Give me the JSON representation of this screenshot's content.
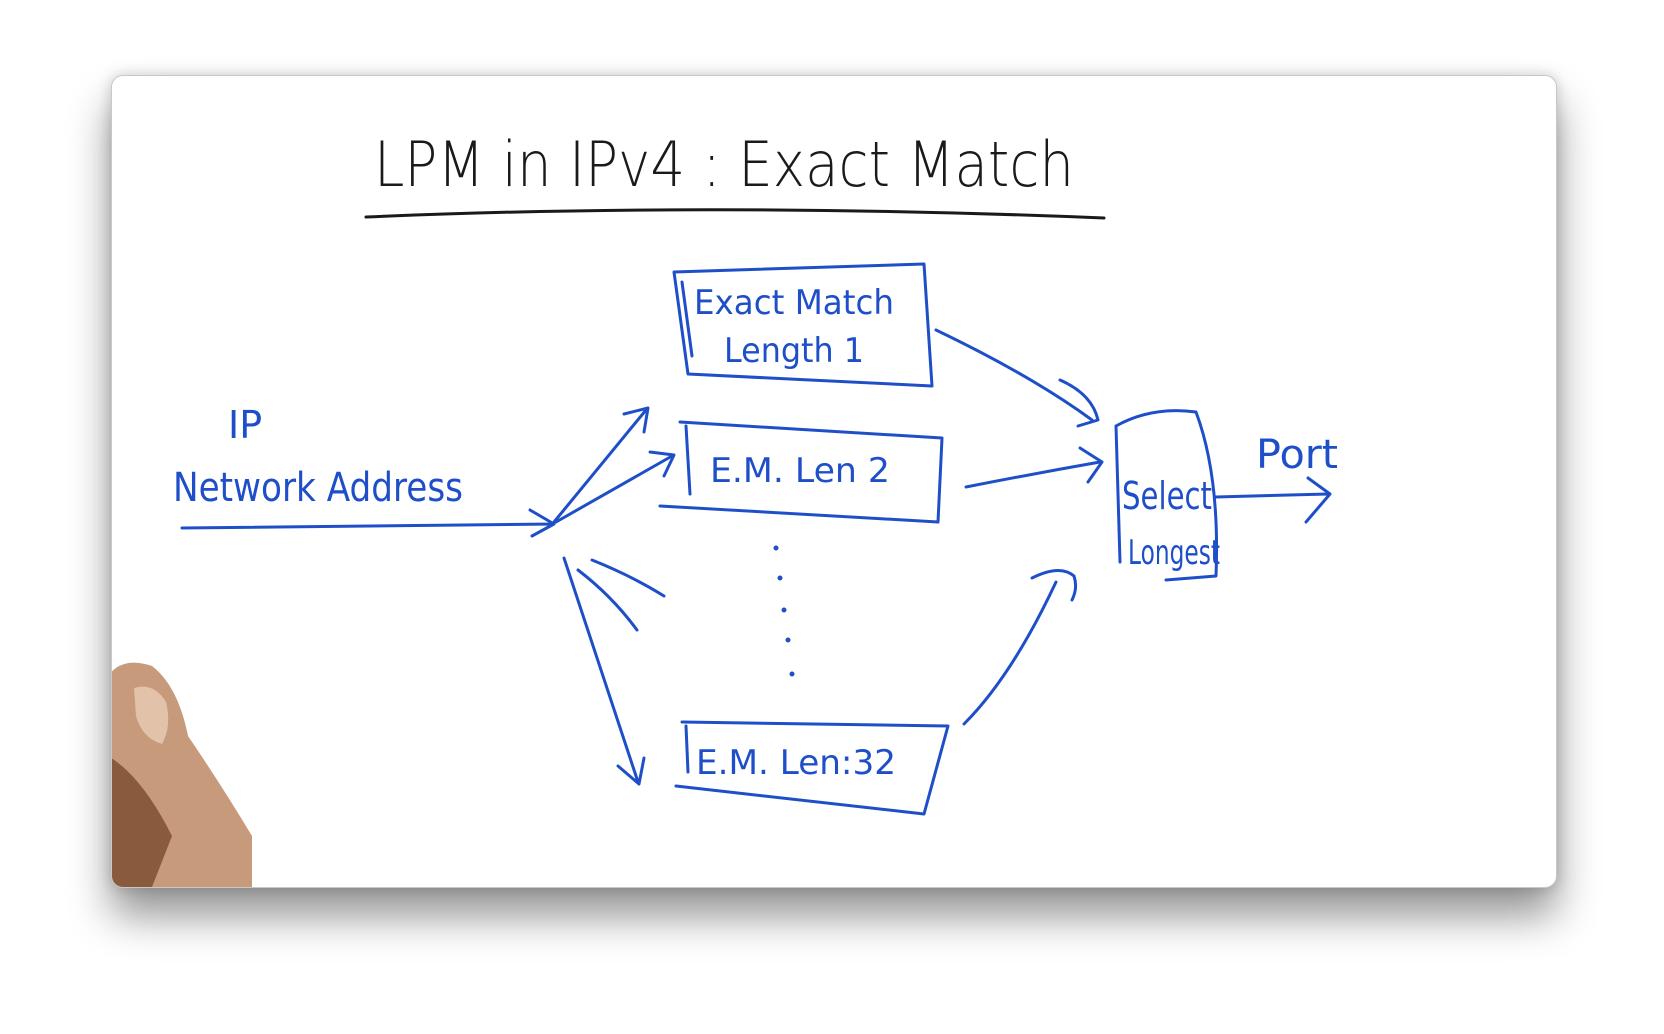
{
  "title": "LPM in IPv4 : Exact Match",
  "input_label": {
    "line1": "IP",
    "line2": "Network Address"
  },
  "boxes": {
    "len1": {
      "line1": "Exact Match",
      "line2": "Length 1"
    },
    "len2": "E.M. Len 2",
    "len32": "E.M. Len:32"
  },
  "selector": {
    "line1": "Select",
    "line2": "Longest"
  },
  "output_label": "Port",
  "colors": {
    "ink": "#1f4fc8",
    "title_ink": "#1a1a1a"
  }
}
